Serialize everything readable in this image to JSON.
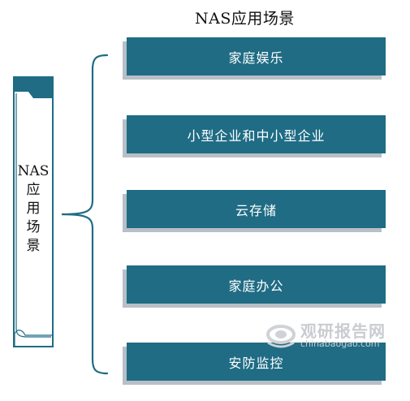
{
  "title": "NAS应用场景",
  "root": {
    "chars": [
      "NAS",
      "应",
      "用",
      "场",
      "景"
    ]
  },
  "items": [
    {
      "label": "家庭娱乐"
    },
    {
      "label": "小型企业和中小型企业"
    },
    {
      "label": "云存储"
    },
    {
      "label": "家庭办公"
    },
    {
      "label": "安防监控"
    }
  ],
  "watermark": {
    "name": "观研报告网",
    "url": "chinabaogao.com"
  },
  "colors": {
    "box": "#1f6c84",
    "shadow": "#b8bfc6",
    "accent": "#1f6c84"
  }
}
